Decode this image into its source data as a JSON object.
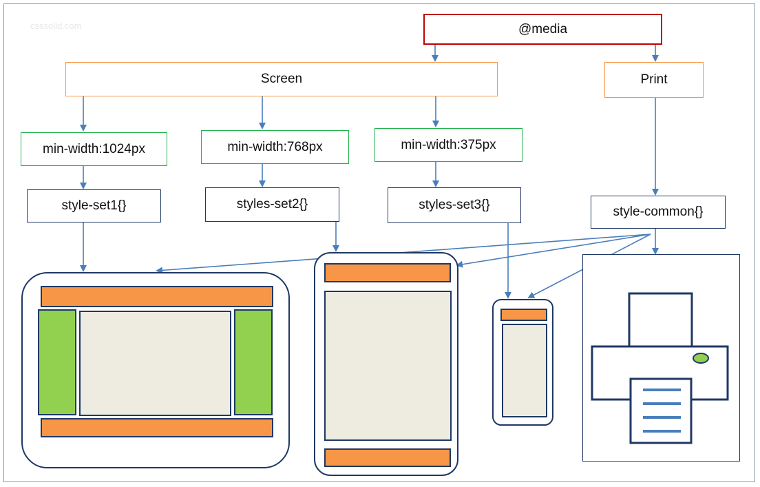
{
  "watermark": "csssolid.com",
  "nodes": {
    "media": "@media",
    "screen": "Screen",
    "print": "Print",
    "mq1024": "min-width:1024px",
    "mq768": "min-width:768px",
    "mq375": "min-width:375px",
    "set1": "style-set1{}",
    "set2": "styles-set2{}",
    "set3": "styles-set3{}",
    "common": "style-common{}"
  },
  "colors": {
    "root_border": "#c00000",
    "media_type_border": "#f79646",
    "query_border": "#22b14c",
    "style_border": "#1f3864",
    "arrow": "#4a7ebb",
    "header_footer": "#f79646",
    "sidebar": "#92d050",
    "content": "#eeece1"
  },
  "devices": [
    "desktop",
    "tablet",
    "phone",
    "printer"
  ]
}
